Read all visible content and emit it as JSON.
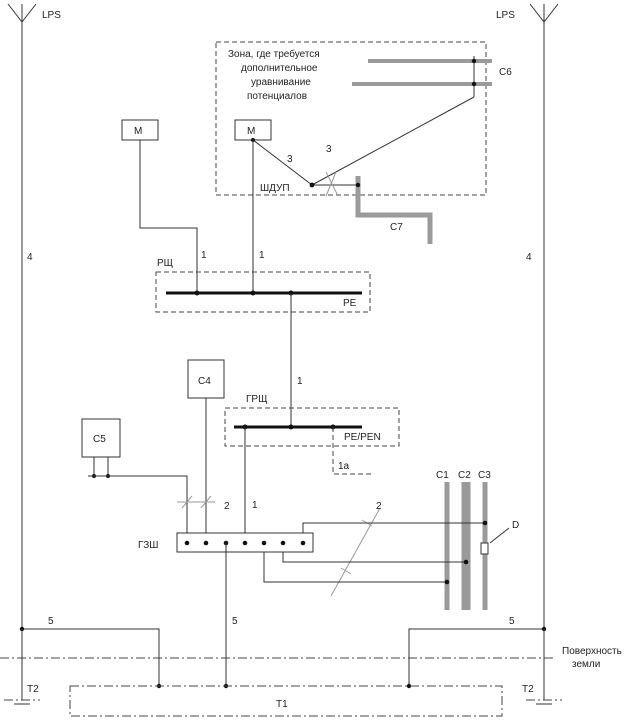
{
  "labels": {
    "lps_left": "LPS",
    "lps_right": "LPS",
    "zone_line1": "Зона, где требуется",
    "zone_line2": "дополнительное",
    "zone_line3": "уравнивание",
    "zone_line4": "потенциалов",
    "c6": "C6",
    "c7": "C7",
    "m_left": "M",
    "m_right": "M",
    "shdup": "ШДУП",
    "wire3a": "3",
    "wire3b": "3",
    "four_left": "4",
    "four_right": "4",
    "rsch": "РЩ",
    "pe": "PE",
    "one_a": "1",
    "one_b": "1",
    "one_c": "1",
    "one_d": "1",
    "c4": "C4",
    "grsch": "ГРЩ",
    "pe_pen": "PE/PEN",
    "one_a_sub": "1а",
    "c5": "C5",
    "two_a": "2",
    "two_b": "2",
    "gzsh": "ГЗШ",
    "c1": "C1",
    "c2": "C2",
    "c3": "C3",
    "d": "D",
    "five_left": "5",
    "five_mid": "5",
    "five_right": "5",
    "surface_line1": "Поверхность",
    "surface_line2": "земли",
    "t2_left": "T2",
    "t2_right": "T2",
    "t1": "T1"
  }
}
